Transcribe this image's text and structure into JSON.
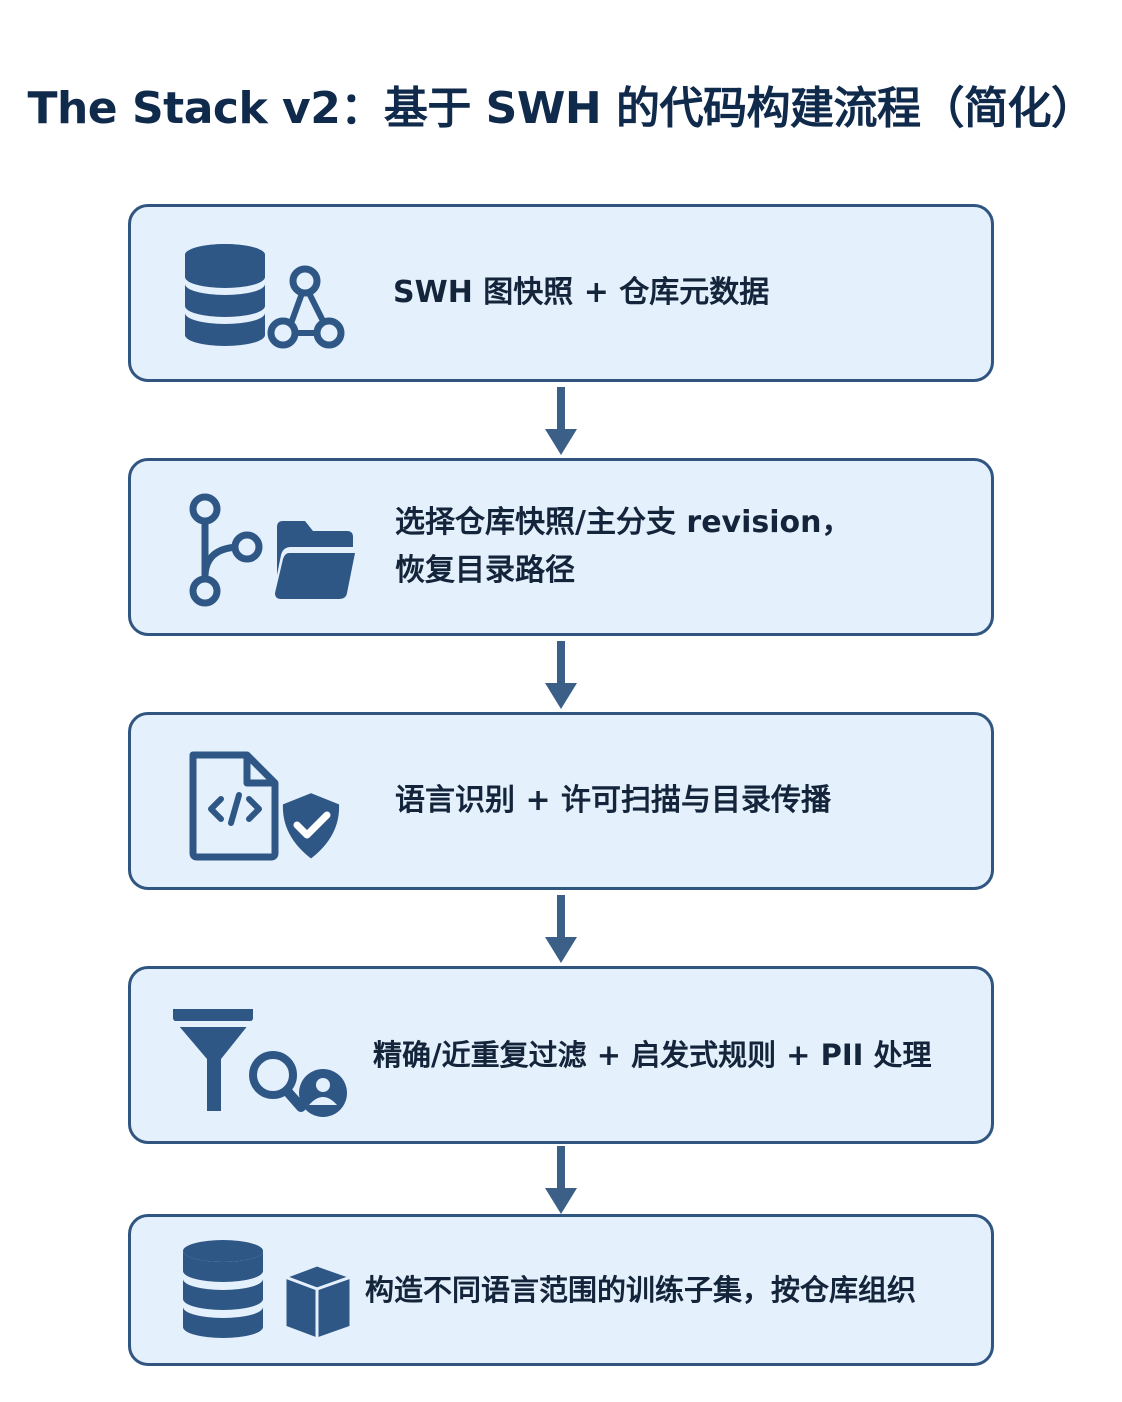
{
  "title": "The Stack v2：基于 SWH 的代码构建流程（简化）",
  "steps": [
    {
      "icon": "database-graph-icon",
      "lines": [
        "SWH 图快照 + 仓库元数据"
      ]
    },
    {
      "icon": "branch-folder-icon",
      "lines": [
        "选择仓库快照/主分支 revision，",
        "恢复目录路径"
      ]
    },
    {
      "icon": "code-file-shield-icon",
      "lines": [
        "语言识别 + 许可扫描与目录传播"
      ]
    },
    {
      "icon": "filter-search-user-icon",
      "lines": [
        "精确/近重复过滤 + 启发式规则 + PII 处理"
      ]
    },
    {
      "icon": "database-cube-icon",
      "lines": [
        "构造不同语言范围的训练子集，按仓库组织"
      ]
    }
  ],
  "colors": {
    "box_fill": "#e4f0fc",
    "box_border": "#2f5580",
    "icon": "#2e5786",
    "title": "#102a4c",
    "text": "#14243a",
    "arrow": "#3c5f88"
  }
}
